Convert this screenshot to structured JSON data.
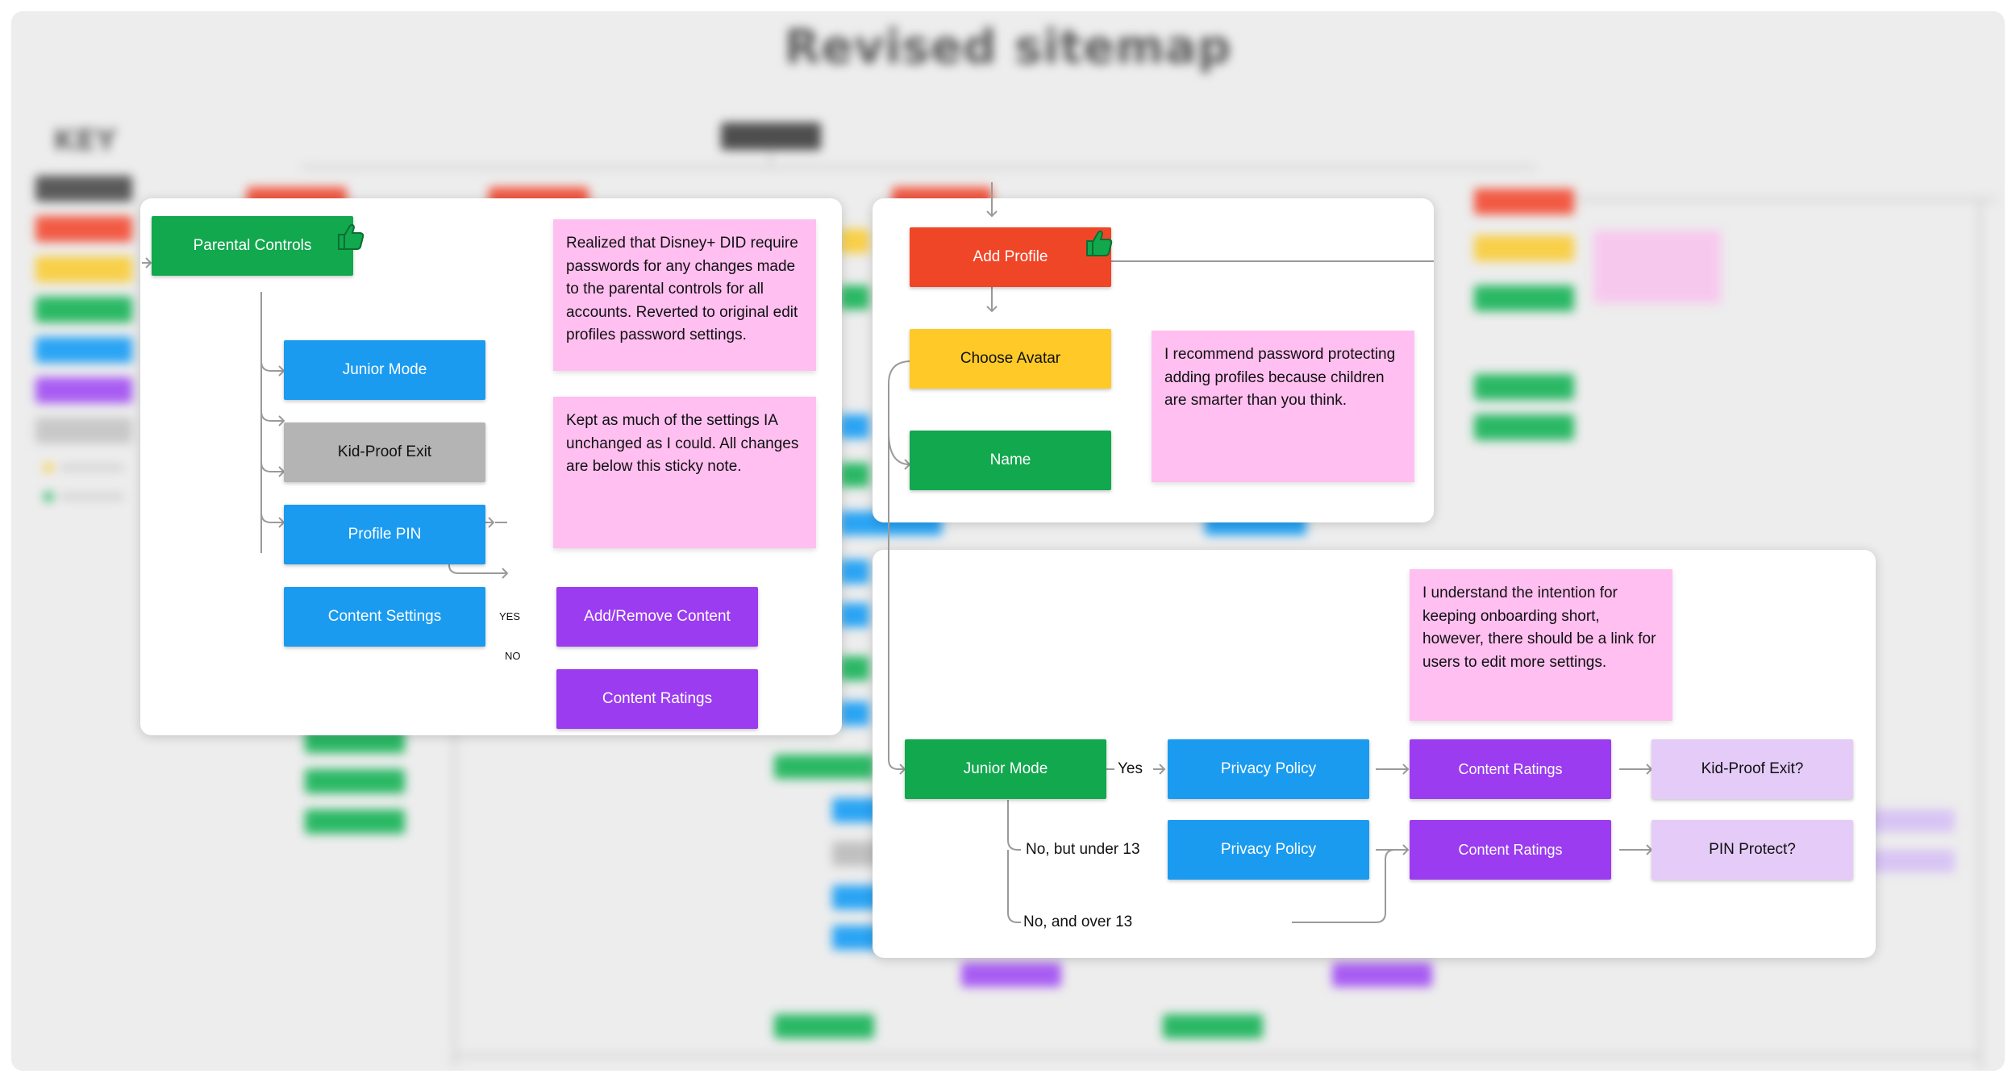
{
  "page_title": "Revised sitemap",
  "key_label": "KEY",
  "parental_panel": {
    "root": "Parental Controls",
    "children": [
      "Junior Mode",
      "Kid-Proof Exit",
      "Profile PIN",
      "Content Settings"
    ],
    "yes_label": "YES",
    "no_label": "NO",
    "yes_target": "Add/Remove Content",
    "no_target": "Content Ratings",
    "sticky_1": "Realized that Disney+ DID require passwords for any changes made to the parental controls for all accounts. Reverted to original edit profiles password settings.",
    "sticky_2": "Kept as much of the settings IA unchanged as I could. All changes are below this sticky note."
  },
  "add_profile_panel": {
    "root": "Add Profile",
    "step_1": "Choose Avatar",
    "step_2": "Name",
    "sticky": "I recommend password protecting adding profiles because children are smarter than you think."
  },
  "junior_panel": {
    "root": "Junior Mode",
    "sticky": "I understand the intention for keeping onboarding short, however, there should be a link for users to edit more settings.",
    "branch_yes": "Yes",
    "branch_under13": "No, but under 13",
    "branch_over13": "No, and over 13",
    "row1": [
      "Privacy Policy",
      "Content Ratings",
      "Kid-Proof Exit?"
    ],
    "row2": [
      "Privacy Policy",
      "Content Ratings",
      "PIN Protect?"
    ]
  },
  "colors": {
    "green": "#12a84e",
    "blue": "#1a9bf0",
    "gray": "#b4b4b4",
    "purple": "#9b3cf0",
    "lavender": "#e4cbf8",
    "red": "#f04628",
    "yellow": "#ffc928",
    "sticky_pink": "#ffbff0",
    "connector": "#9a9a9a"
  },
  "icons": [
    "thumbs-up-icon",
    "arrow-icon"
  ]
}
